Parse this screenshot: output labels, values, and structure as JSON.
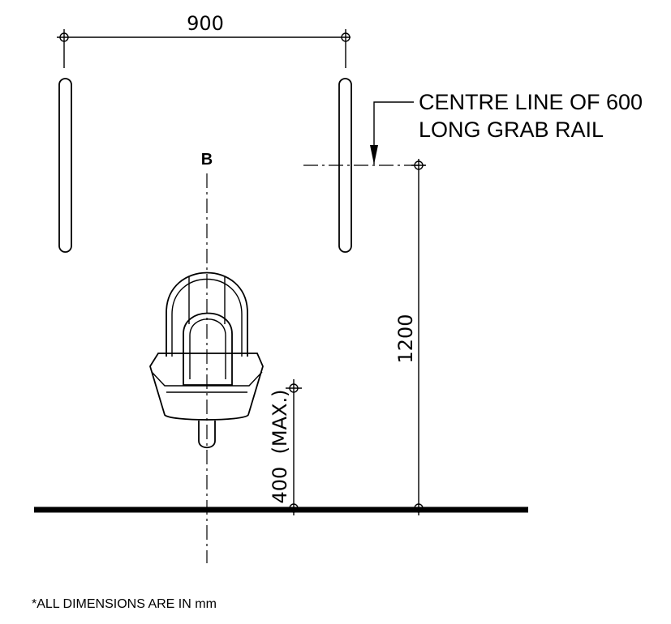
{
  "dimensions": {
    "rail_spacing": "900",
    "grab_rail_height": "1200",
    "urinal_rim_height": "400  (MAX.)"
  },
  "labels": {
    "centreline_marker": "B",
    "callout_line1": "CENTRE LINE OF 600",
    "callout_line2": "LONG GRAB RAIL"
  },
  "footnote": "*ALL DIMENSIONS ARE IN mm",
  "colors": {
    "ink": "#000000",
    "paper": "#ffffff"
  }
}
